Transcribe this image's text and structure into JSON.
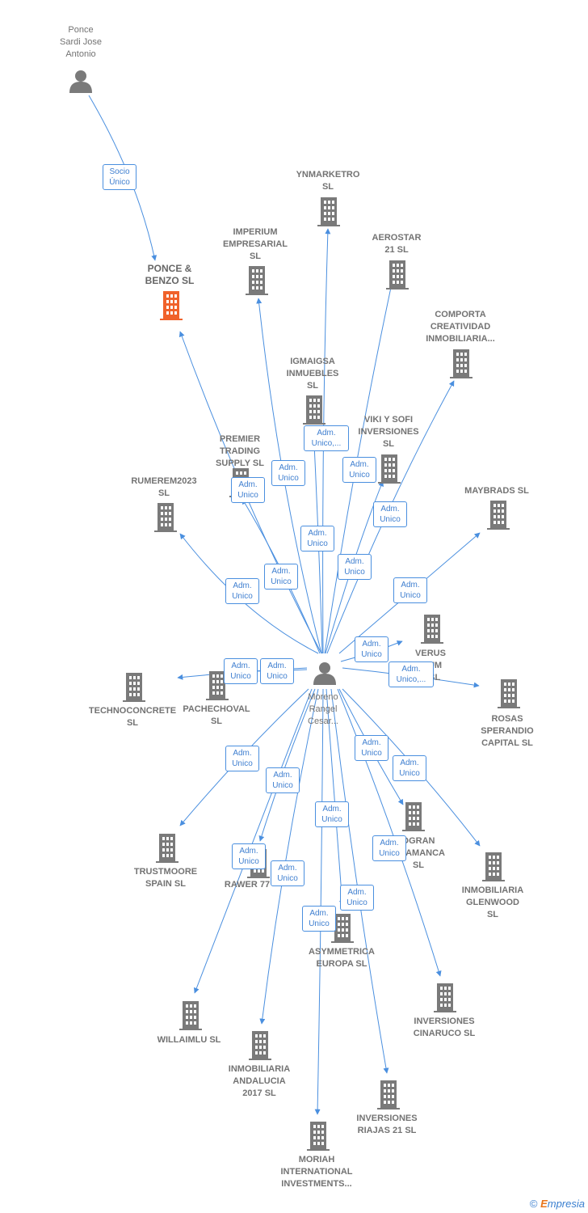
{
  "colors": {
    "edge": "#4a8fdf",
    "node": "#7a7a7a",
    "focus": "#f0622b",
    "label": "#737373"
  },
  "nodes": [
    {
      "id": "ponce_person",
      "type": "person",
      "label": "Ponce\nSardi Jose\nAntonio"
    },
    {
      "id": "ponce_benzo",
      "type": "focus",
      "label": "PONCE &\nBENZO  SL"
    },
    {
      "id": "moreno",
      "type": "person",
      "label": "Moreno\nRangel\nCesar..."
    },
    {
      "id": "ynmarketro",
      "type": "company",
      "label": "YNMARKETRO\nSL"
    },
    {
      "id": "imperium",
      "type": "company",
      "label": "IMPERIUM\nEMPRESARIAL\nSL"
    },
    {
      "id": "aerostar",
      "type": "company",
      "label": "AEROSTAR\n21  SL"
    },
    {
      "id": "comporta",
      "type": "company",
      "label": "COMPORTA\nCREATIVIDAD\nINMOBILIARIA..."
    },
    {
      "id": "igmaigsa",
      "type": "company",
      "label": "IGMAIGSA\nINMUEBLES\nSL"
    },
    {
      "id": "viki",
      "type": "company",
      "label": "VIKI Y SOFI\nINVERSIONES\nSL"
    },
    {
      "id": "premier",
      "type": "company",
      "label": "PREMIER\nTRADING\nSUPPLY  SL"
    },
    {
      "id": "rumerem",
      "type": "company",
      "label": "RUMEREM2023\nSL"
    },
    {
      "id": "maybrads",
      "type": "company",
      "label": "MAYBRADS  SL"
    },
    {
      "id": "verus",
      "type": "company",
      "label": "VERUS\nDIUM\nS  SL"
    },
    {
      "id": "technoconcrete",
      "type": "company",
      "label": "TECHNOCONCRETE\nSL"
    },
    {
      "id": "pachechoval",
      "type": "company",
      "label": "PACHECHOVAL\nSL"
    },
    {
      "id": "rosas",
      "type": "company",
      "label": "ROSAS\nSPERANDIO\nCAPITAL  SL"
    },
    {
      "id": "trustmoore",
      "type": "company",
      "label": "TRUSTMOORE\nSPAIN  SL"
    },
    {
      "id": "rawer",
      "type": "company",
      "label": "RAWER 77"
    },
    {
      "id": "eogran",
      "type": "company",
      "label": "OGRAN\nS    LAMANCA\nSL"
    },
    {
      "id": "glenwood",
      "type": "company",
      "label": "INMOBILIARIA\nGLENWOOD\nSL"
    },
    {
      "id": "asymmetrica",
      "type": "company",
      "label": "ASYMMETRICA\nEUROPA  SL"
    },
    {
      "id": "willaimlu",
      "type": "company",
      "label": "WILLAIMLU  SL"
    },
    {
      "id": "cinaruco",
      "type": "company",
      "label": "INVERSIONES\nCINARUCO  SL"
    },
    {
      "id": "andalucia",
      "type": "company",
      "label": "INMOBILIARIA\nANDALUCIA\n2017  SL"
    },
    {
      "id": "riajas",
      "type": "company",
      "label": "INVERSIONES\nRIAJAS 21  SL"
    },
    {
      "id": "moriah",
      "type": "company",
      "label": "MORIAH\nINTERNATIONAL\nINVESTMENTS..."
    }
  ],
  "edges": [
    {
      "from": "ponce_person",
      "to": "ponce_benzo",
      "label": "Socio\nÚnico"
    },
    {
      "from": "moreno",
      "to": "ponce_benzo",
      "label": "Adm.\nUnico"
    },
    {
      "from": "moreno",
      "to": "ynmarketro",
      "label": "Adm.\nUnico"
    },
    {
      "from": "moreno",
      "to": "imperium",
      "label": "Adm.\nUnico"
    },
    {
      "from": "moreno",
      "to": "aerostar",
      "label": "Adm.\nUnico"
    },
    {
      "from": "moreno",
      "to": "comporta",
      "label": "Adm.\nUnico"
    },
    {
      "from": "moreno",
      "to": "igmaigsa",
      "label": "Adm.\nUnico,..."
    },
    {
      "from": "moreno",
      "to": "viki",
      "label": "Adm.\nUnico"
    },
    {
      "from": "moreno",
      "to": "premier",
      "label": "Adm.\nUnico"
    },
    {
      "from": "moreno",
      "to": "rumerem",
      "label": "Adm.\nUnico"
    },
    {
      "from": "moreno",
      "to": "maybrads",
      "label": "Adm.\nUnico"
    },
    {
      "from": "moreno",
      "to": "verus",
      "label": "Adm.\nUnico"
    },
    {
      "from": "moreno",
      "to": "technoconcrete",
      "label": "Adm.\nUnico"
    },
    {
      "from": "moreno",
      "to": "pachechoval",
      "label": "Adm.\nUnico"
    },
    {
      "from": "moreno",
      "to": "rosas",
      "label": "Adm.\nUnico,..."
    },
    {
      "from": "moreno",
      "to": "trustmoore",
      "label": "Adm.\nUnico"
    },
    {
      "from": "moreno",
      "to": "rawer",
      "label": "Adm.\nUnico"
    },
    {
      "from": "moreno",
      "to": "eogran",
      "label": "Adm.\nUnico"
    },
    {
      "from": "moreno",
      "to": "glenwood",
      "label": "Adm.\nUnico"
    },
    {
      "from": "moreno",
      "to": "asymmetrica",
      "label": "Adm.\nUnico"
    },
    {
      "from": "moreno",
      "to": "willaimlu",
      "label": "Adm.\nUnico"
    },
    {
      "from": "moreno",
      "to": "cinaruco",
      "label": "Adm.\nUnico"
    },
    {
      "from": "moreno",
      "to": "andalucia",
      "label": "Adm.\nUnico"
    },
    {
      "from": "moreno",
      "to": "riajas",
      "label": "Adm.\nUnico"
    },
    {
      "from": "moreno",
      "to": "moriah",
      "label": "Adm.\nUnico"
    }
  ],
  "brand": {
    "copyright": "©",
    "name_first": "E",
    "name_rest": "mpresia"
  }
}
